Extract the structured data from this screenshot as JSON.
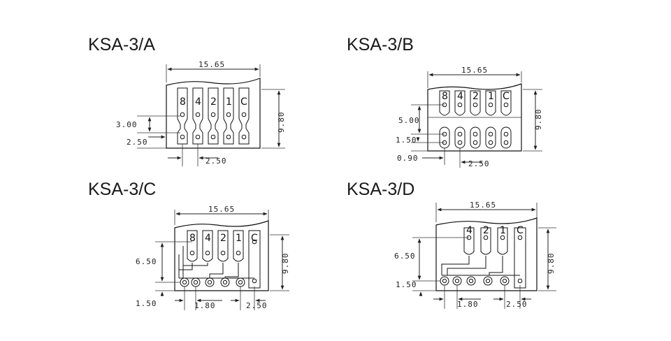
{
  "diagrams": [
    {
      "title": "KSA-3/A",
      "codes": [
        "8",
        "4",
        "2",
        "1",
        "C"
      ],
      "dims": {
        "width": "15.65",
        "height": "9.80",
        "pitch": "3.00",
        "offset": "2.50",
        "spacing": "2.50"
      }
    },
    {
      "title": "KSA-3/B",
      "codes": [
        "8",
        "4",
        "2",
        "1",
        "C"
      ],
      "dims": {
        "width": "15.65",
        "height": "9.80",
        "pitch": "5.00",
        "offset": "1.50",
        "edge": "0.90",
        "spacing": "2.50"
      }
    },
    {
      "title": "KSA-3/C",
      "codes": [
        "8",
        "4",
        "2",
        "1",
        "C"
      ],
      "dims": {
        "width": "15.65",
        "height": "9.80",
        "pitch": "6.50",
        "offset": "1.50",
        "spacing_a": "1.80",
        "spacing_b": "2.50"
      }
    },
    {
      "title": "KSA-3/D",
      "codes": [
        "4",
        "2",
        "1",
        "C"
      ],
      "dims": {
        "width": "15.65",
        "height": "9.80",
        "pitch": "6.50",
        "offset": "1.50",
        "spacing_a": "1.80",
        "spacing_b": "2.50"
      }
    }
  ]
}
